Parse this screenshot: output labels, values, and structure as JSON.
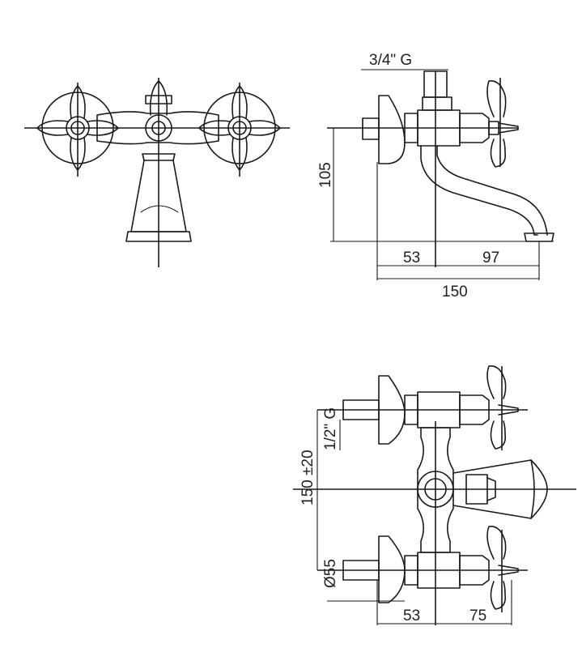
{
  "dimensions": {
    "thread_inlet": "3/4\" G",
    "height": "105",
    "offset_left": "53",
    "offset_right": "97",
    "total_length": "150",
    "thread_wall": "1/2\" G",
    "centers": "150 ±20",
    "diameter": "Ø55",
    "plan_left": "53",
    "plan_right": "75"
  }
}
